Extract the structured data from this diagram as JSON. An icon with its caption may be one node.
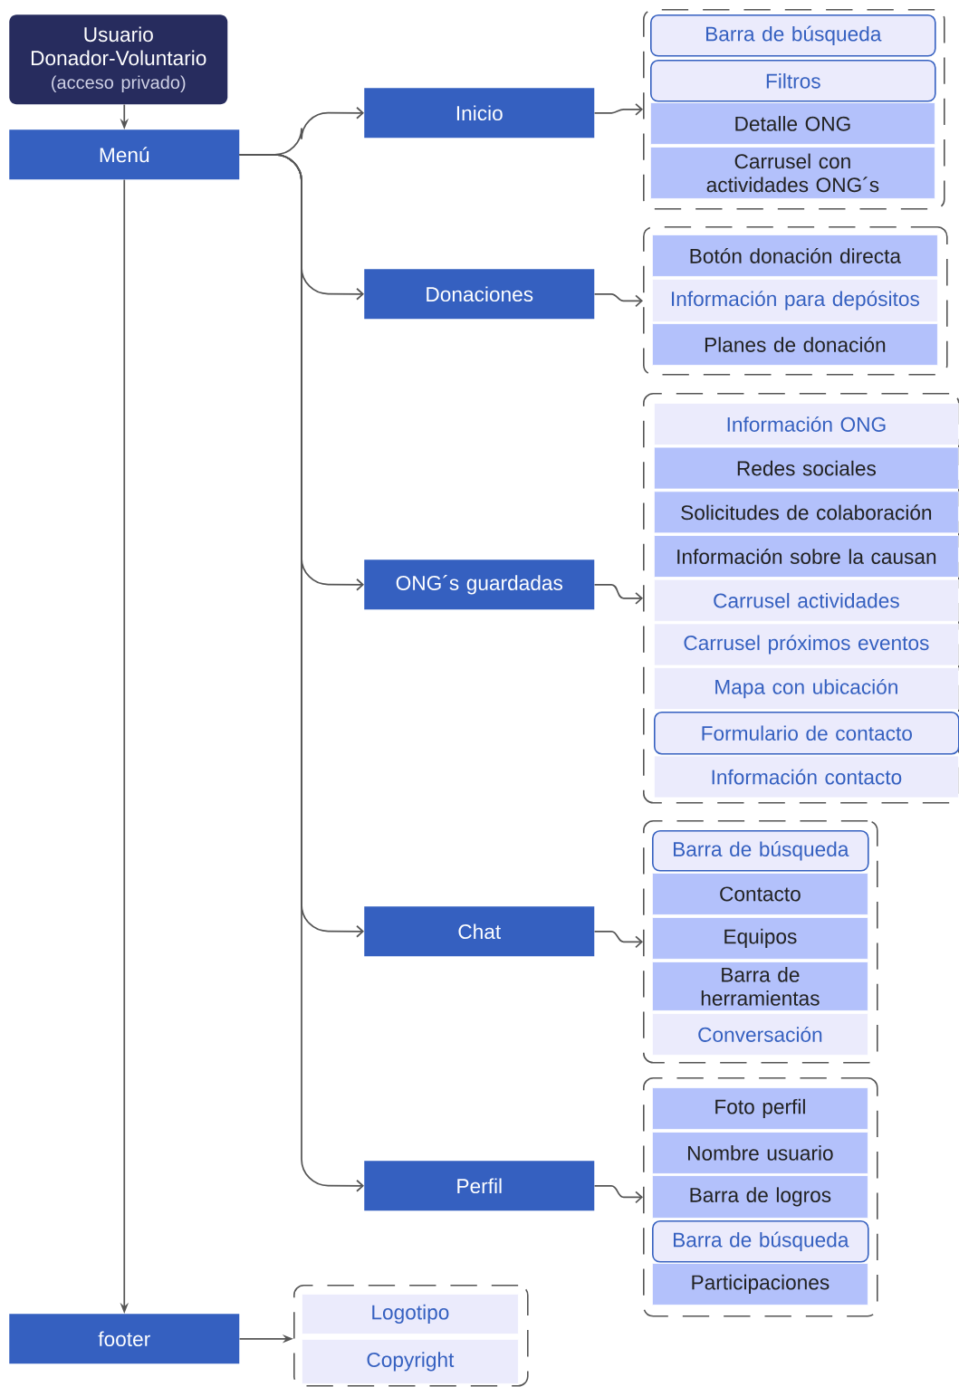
{
  "diagram": {
    "nodes": [
      {
        "text": [
          "Usuario Donador-Voluntario",
          "(acceso privado)"
        ]
      },
      {
        "text": [
          "Menú"
        ]
      },
      {
        "text": [
          "Inicio"
        ]
      },
      {
        "text": [
          "Donaciones"
        ]
      },
      {
        "text": [
          "ONG´s guardadas"
        ]
      },
      {
        "text": [
          "Chat"
        ]
      },
      {
        "text": [
          "Perfil"
        ]
      },
      {
        "text": [
          "footer"
        ]
      },
      {
        "text": [],
        "shape": "box"
      },
      {
        "text": [
          "Barra de búsqueda"
        ],
        "in": 8
      },
      {
        "text": [
          "Filtros"
        ],
        "in": 8
      },
      {
        "text": [
          "Detalle ONG"
        ],
        "in": 8
      },
      {
        "text": [
          "Carrusel con actividades ONG´s"
        ],
        "in": 8
      },
      {
        "text": [],
        "shape": "box"
      },
      {
        "text": [
          "Botón donación directa"
        ],
        "in": 13
      },
      {
        "text": [
          "Información para depósitos"
        ],
        "in": 13
      },
      {
        "text": [
          "Planes de donación"
        ],
        "in": 13
      },
      {
        "text": [],
        "shape": "box"
      },
      {
        "text": [
          "Información ONG"
        ],
        "in": 17
      },
      {
        "text": [
          "Redes sociales"
        ],
        "in": 17
      },
      {
        "text": [
          "Solicitudes de colaboración"
        ],
        "in": 17
      },
      {
        "text": [
          "Información sobre la causan"
        ],
        "in": 17
      },
      {
        "text": [
          "Carrusel actividades"
        ],
        "in": 17
      },
      {
        "text": [
          "Carrusel próximos eventos"
        ],
        "in": 17
      },
      {
        "text": [
          "Mapa con ubicación"
        ],
        "in": 17
      },
      {
        "text": [
          "Formulario de contacto"
        ],
        "in": 17
      },
      {
        "text": [
          "Información contacto"
        ],
        "in": 17
      },
      {
        "text": [],
        "shape": "box"
      },
      {
        "text": [
          "Barra de búsqueda"
        ],
        "in": 27
      },
      {
        "text": [
          "Contacto"
        ],
        "in": 27
      },
      {
        "text": [
          "Equipos"
        ],
        "in": 27
      },
      {
        "text": [
          "Barra de herramientas"
        ],
        "in": 27
      },
      {
        "text": [
          "Conversación"
        ],
        "in": 27
      },
      {
        "text": [],
        "shape": "box"
      },
      {
        "text": [
          "Foto perfil"
        ],
        "in": 33
      },
      {
        "text": [
          "Nombre usuario"
        ],
        "in": 33
      },
      {
        "text": [
          "Barra de logros"
        ],
        "in": 33
      },
      {
        "text": [
          "Barra de búsqueda"
        ],
        "in": 33
      },
      {
        "text": [
          "Participaciones"
        ],
        "in": 33
      },
      {
        "text": [],
        "shape": "box"
      },
      {
        "text": [
          "Logotipo"
        ],
        "in": 39
      },
      {
        "text": [
          "Copyright"
        ],
        "in": 39
      }
    ],
    "edges": [
      {
        "from": 0,
        "to": 1,
        "arrow": "to"
      },
      {
        "from": 1,
        "to": 2,
        "arrow": "to"
      },
      {
        "from": 1,
        "to": 3,
        "arrow": "to"
      },
      {
        "from": 1,
        "to": 4,
        "arrow": "to"
      },
      {
        "from": 1,
        "to": 5,
        "arrow": "to"
      },
      {
        "from": 1,
        "to": 6,
        "arrow": "to"
      },
      {
        "from": 1,
        "to": 7,
        "arrow": "to"
      },
      {
        "from": 2,
        "to": 8,
        "arrow": "to"
      },
      {
        "from": 3,
        "to": 13,
        "arrow": "to"
      },
      {
        "from": 4,
        "to": 17,
        "arrow": "to"
      },
      {
        "from": 5,
        "to": 27,
        "arrow": "to"
      },
      {
        "from": 6,
        "to": 33,
        "arrow": "to"
      },
      {
        "from": 7,
        "to": 39,
        "arrow": "to"
      }
    ]
  }
}
